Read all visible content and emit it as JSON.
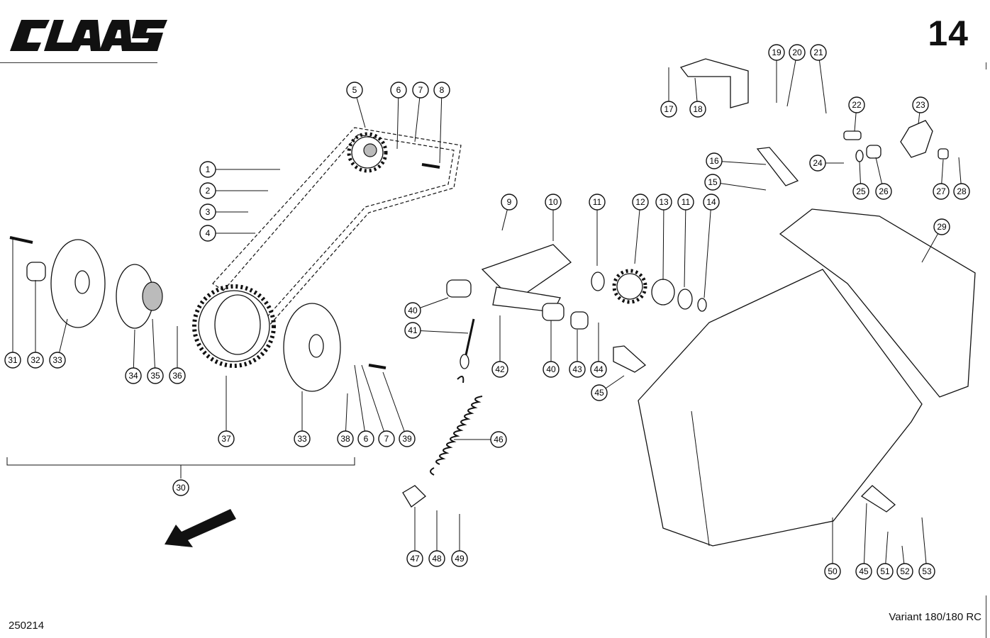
{
  "header": {
    "brand": "CLAAS",
    "page_number": "14"
  },
  "footer": {
    "doc_number": "250214",
    "variant": "Variant 180/180 RC"
  },
  "callouts": [
    "1",
    "2",
    "3",
    "4",
    "5",
    "6",
    "7",
    "8",
    "9",
    "10",
    "11",
    "12",
    "13",
    "11",
    "14",
    "15",
    "16",
    "17",
    "18",
    "19",
    "20",
    "21",
    "22",
    "23",
    "24",
    "25",
    "26",
    "27",
    "28",
    "29",
    "30",
    "31",
    "32",
    "33",
    "34",
    "35",
    "36",
    "37",
    "33",
    "38",
    "6",
    "7",
    "39",
    "40",
    "41",
    "42",
    "40",
    "43",
    "44",
    "45",
    "46",
    "47",
    "48",
    "49",
    "50",
    "45",
    "51",
    "52",
    "53"
  ]
}
